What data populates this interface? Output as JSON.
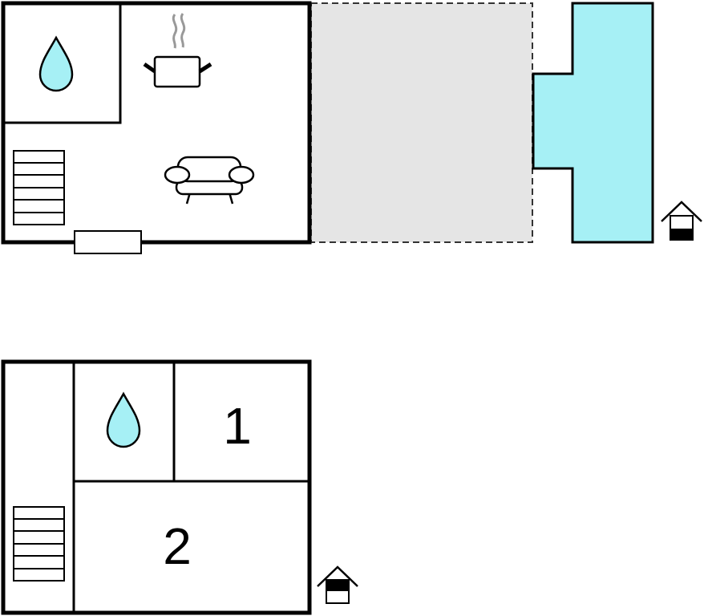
{
  "colors": {
    "water": "#a6f0f5",
    "terrace": "#e5e5e5",
    "wall": "#000000",
    "steam": "#999999"
  },
  "ground_floor": {
    "rooms": [
      "bathroom",
      "kitchen-living"
    ],
    "icons": [
      "water-drop-icon",
      "cooking-pot-icon",
      "sofa-icon",
      "stairs-icon",
      "entrance-icon"
    ]
  },
  "upper_floor": {
    "room_labels": [
      "1",
      "2"
    ],
    "icons": [
      "water-drop-icon",
      "stairs-icon",
      "entrance-icon"
    ]
  }
}
